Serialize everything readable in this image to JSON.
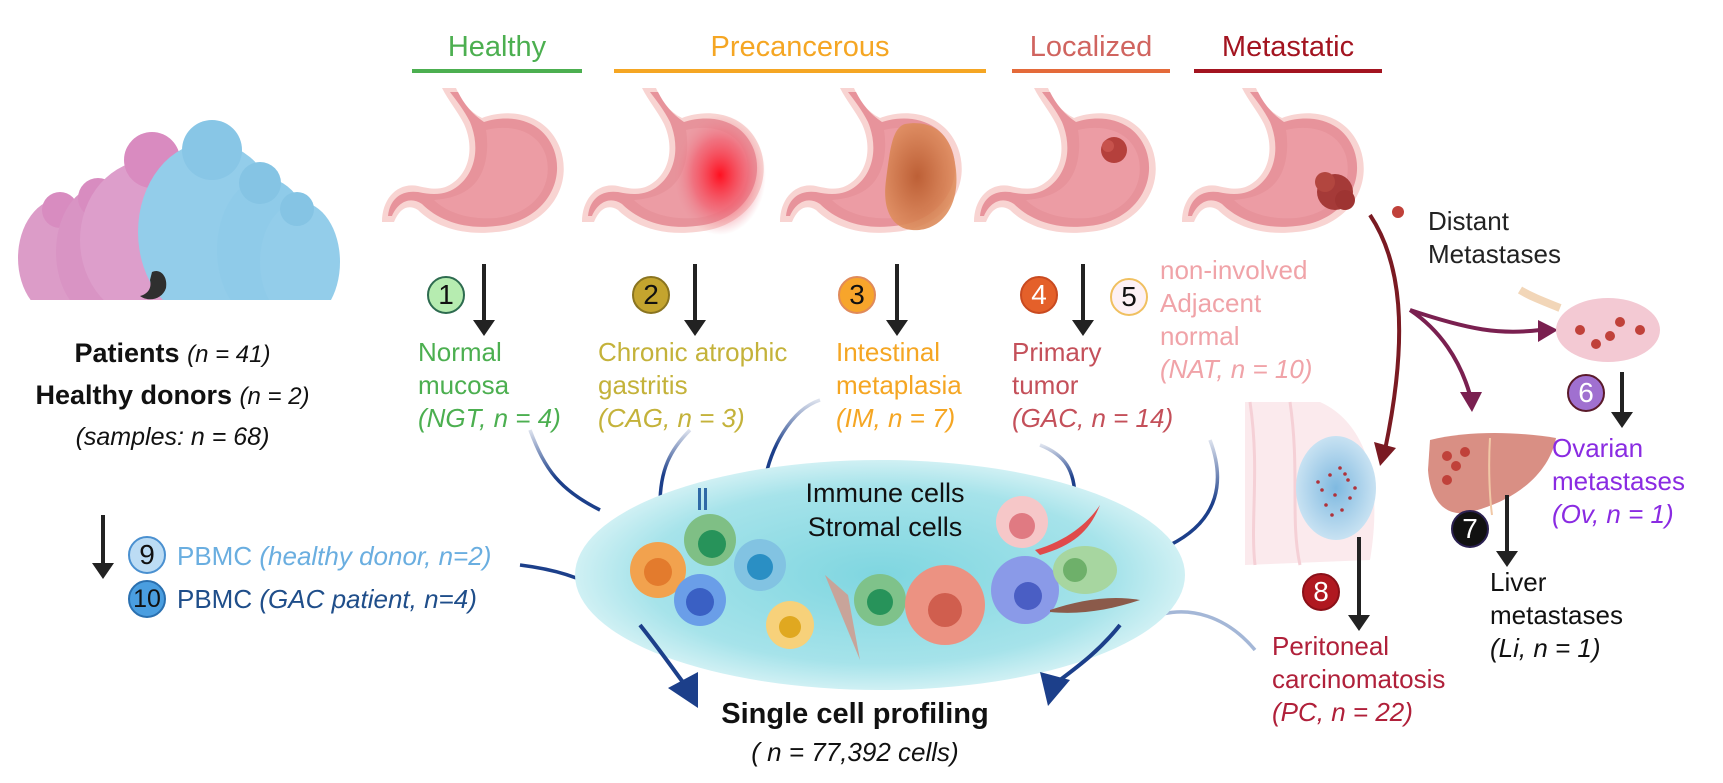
{
  "stages": [
    {
      "label": "Healthy",
      "color": "#4caf50"
    },
    {
      "label": "Precancerous",
      "color": "#f5a623"
    },
    {
      "label": "Localized",
      "color": "#d0645f"
    },
    {
      "label": "Metastatic",
      "color": "#a31420"
    }
  ],
  "cohort": {
    "patients_label": "Patients",
    "patients_n": "(n = 41)",
    "donors_label": "Healthy donors",
    "donors_n": "(n = 2)",
    "samples": "(samples: n = 68)"
  },
  "samples": [
    {
      "num": "1",
      "line1": "Normal",
      "line2": "mucosa",
      "code": "(NGT, n = 4)",
      "color": "#4caf50",
      "badge_fill": "#b6ecb0",
      "badge_border": "#2d6b4f",
      "badge_text": "#111"
    },
    {
      "num": "2",
      "line1": "Chronic atrophic",
      "line2": "gastritis",
      "code": "(CAG, n = 3)",
      "color": "#c4b23a",
      "badge_fill": "#c4a42e",
      "badge_border": "#8a7420",
      "badge_text": "#111"
    },
    {
      "num": "3",
      "line1": "Intestinal",
      "line2": "metaplasia",
      "code": "(IM, n = 7)",
      "color": "#f5a623",
      "badge_fill": "#f7a52b",
      "badge_border": "#e08a5a",
      "badge_text": "#111"
    },
    {
      "num": "4",
      "line1": "Primary",
      "line2": "tumor",
      "code": "(GAC, n = 14)",
      "color": "#c4505a",
      "badge_fill": "#e4602a",
      "badge_border": "#c94a20",
      "badge_text": "#fff"
    },
    {
      "num": "5",
      "line1": "non-involved",
      "line2": "Adjacent",
      "line3": "normal",
      "code": "(NAT, n = 10)",
      "color": "#f0a3a8",
      "badge_fill": "#fdf1f5",
      "badge_border": "#f0c060",
      "badge_text": "#111"
    },
    {
      "num": "6",
      "line1": "Ovarian",
      "line2": "metastases",
      "code": "(Ov, n = 1)",
      "color": "#8a2be2",
      "badge_fill": "#a070d0",
      "badge_border": "#5a1a2a",
      "badge_text": "#fff"
    },
    {
      "num": "7",
      "line1": "Liver",
      "line2": "metastases",
      "code": "(Li, n = 1)",
      "color": "#111111",
      "badge_fill": "#111",
      "badge_border": "#2a2050",
      "badge_text": "#fff"
    },
    {
      "num": "8",
      "line1": "Peritoneal",
      "line2": "carcinomatosis",
      "code": "(PC, n = 22)",
      "color": "#b0203a",
      "badge_fill": "#b01820",
      "badge_border": "#8a1018",
      "badge_text": "#fff"
    },
    {
      "num": "9",
      "label": "PBMC",
      "code": "(healthy donor, n=2)",
      "color": "#6aaee0",
      "badge_fill": "#bcdcf4",
      "badge_border": "#4a90d0",
      "badge_text": "#111"
    },
    {
      "num": "10",
      "label": "PBMC",
      "code": "(GAC patient, n=4)",
      "color": "#1f4e8a",
      "badge_fill": "#4a9ee0",
      "badge_border": "#2a70b0",
      "badge_text": "#111"
    }
  ],
  "distant_metastases": {
    "line1": "Distant",
    "line2": "Metastases"
  },
  "cell_cloud": {
    "line1": "Immune cells",
    "line2": "Stromal cells"
  },
  "result": {
    "title": "Single cell profiling",
    "count": "( n = 77,392 cells)"
  }
}
